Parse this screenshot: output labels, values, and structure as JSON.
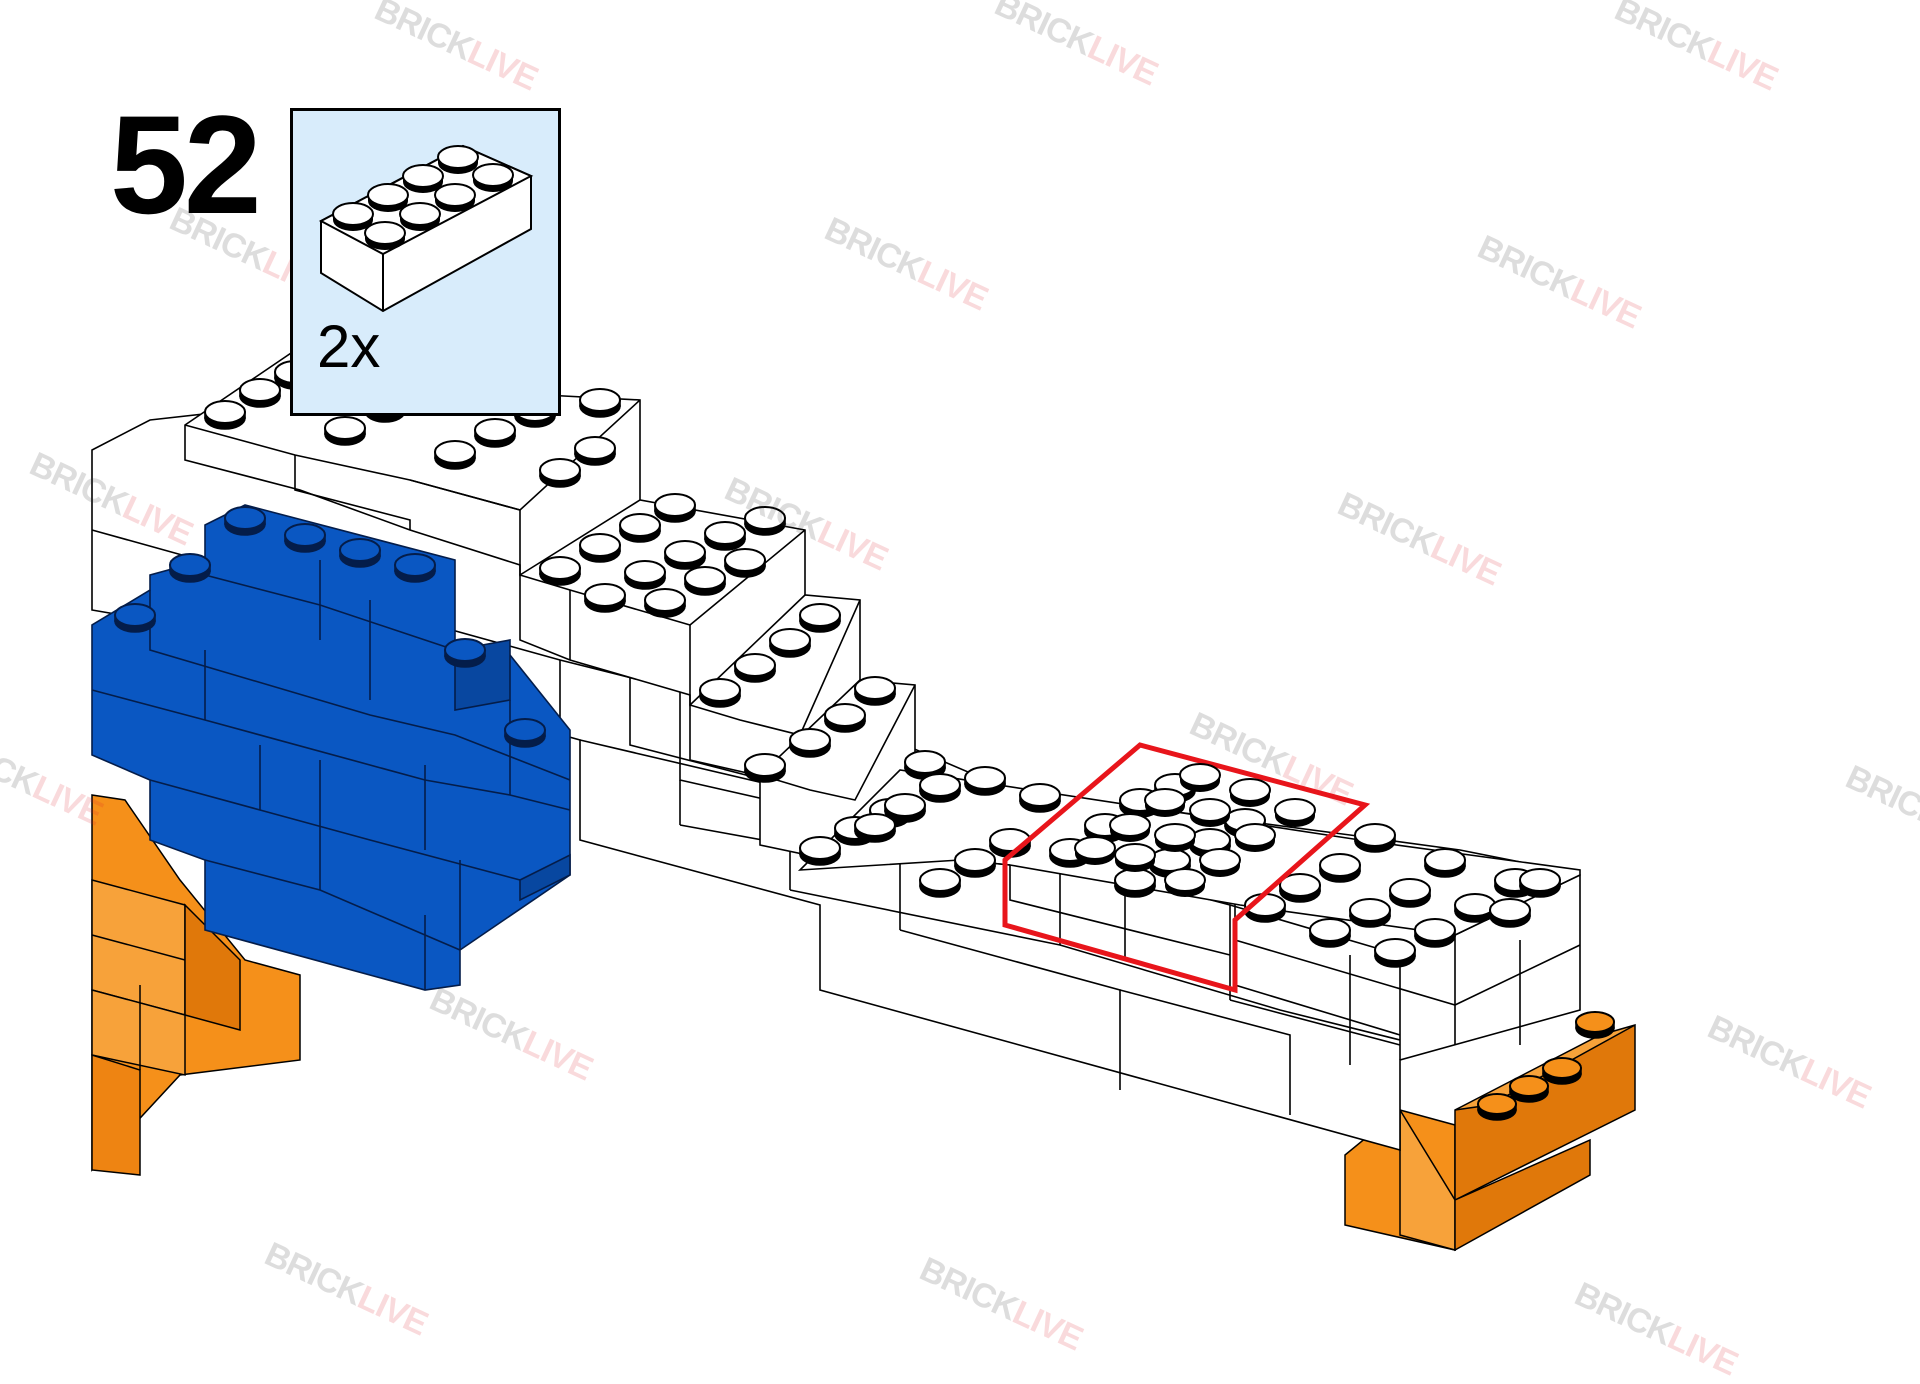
{
  "step": {
    "number": "52"
  },
  "parts": {
    "quantity": "2x",
    "part_icon": "white-2x4-brick-icon"
  },
  "highlight": {
    "target": "white-2x4-brick",
    "color": "#e8151b"
  },
  "watermark": {
    "brand_a": "BRICK",
    "brand_b": "LIVE",
    "color_a": "#333333",
    "color_b": "#e0202a"
  },
  "colors": {
    "white_brick": "#ffffff",
    "blue_brick": "#0a57c2",
    "orange_brick": "#f5901a",
    "stud": "#000000",
    "callout_bg": "#d8ecfb"
  }
}
